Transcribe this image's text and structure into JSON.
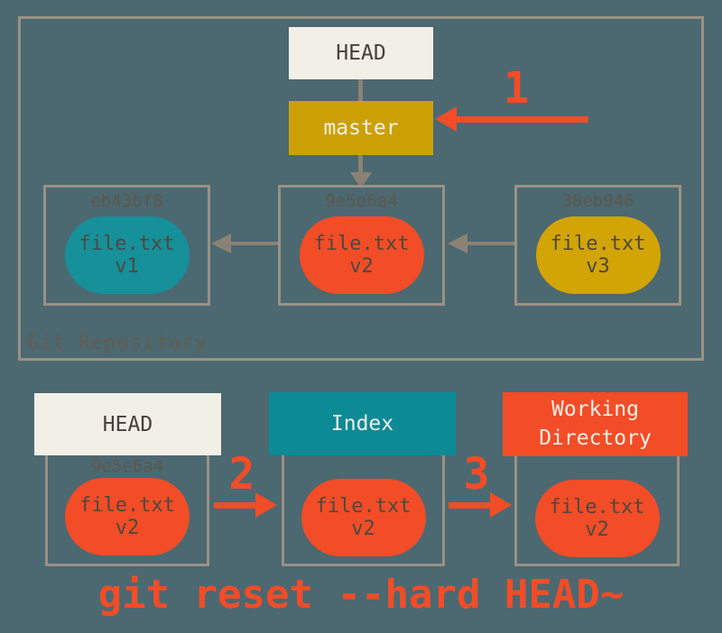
{
  "palette": {
    "background": "#4C6871",
    "box_border": "#9A9184",
    "gray_arrow": "#8B8274",
    "off_white": "#F2EFE7",
    "gold": "#CBA004",
    "gold_oval": "#D2A404",
    "teal_header": "#0C8A95",
    "teal_oval": "#169099",
    "red_orange": "#F24D27",
    "dark_text": "#47403A",
    "hash_text": "#5C584C"
  },
  "repository": {
    "label": "Git Repository",
    "head": "HEAD",
    "branch": "master",
    "commits": [
      {
        "hash": "eb43bf8",
        "file": "file.txt",
        "version": "v1"
      },
      {
        "hash": "9e5e6a4",
        "file": "file.txt",
        "version": "v2"
      },
      {
        "hash": "38eb946",
        "file": "file.txt",
        "version": "v3"
      }
    ]
  },
  "steps": {
    "one": "1",
    "two": "2",
    "three": "3"
  },
  "bottom": {
    "head": {
      "label": "HEAD",
      "hash": "9e5e6a4",
      "file": "file.txt",
      "version": "v2"
    },
    "index": {
      "label": "Index",
      "file": "file.txt",
      "version": "v2"
    },
    "working_directory": {
      "label": "Working Directory",
      "file": "file.txt",
      "version": "v2"
    }
  },
  "command": "git reset --hard HEAD~"
}
